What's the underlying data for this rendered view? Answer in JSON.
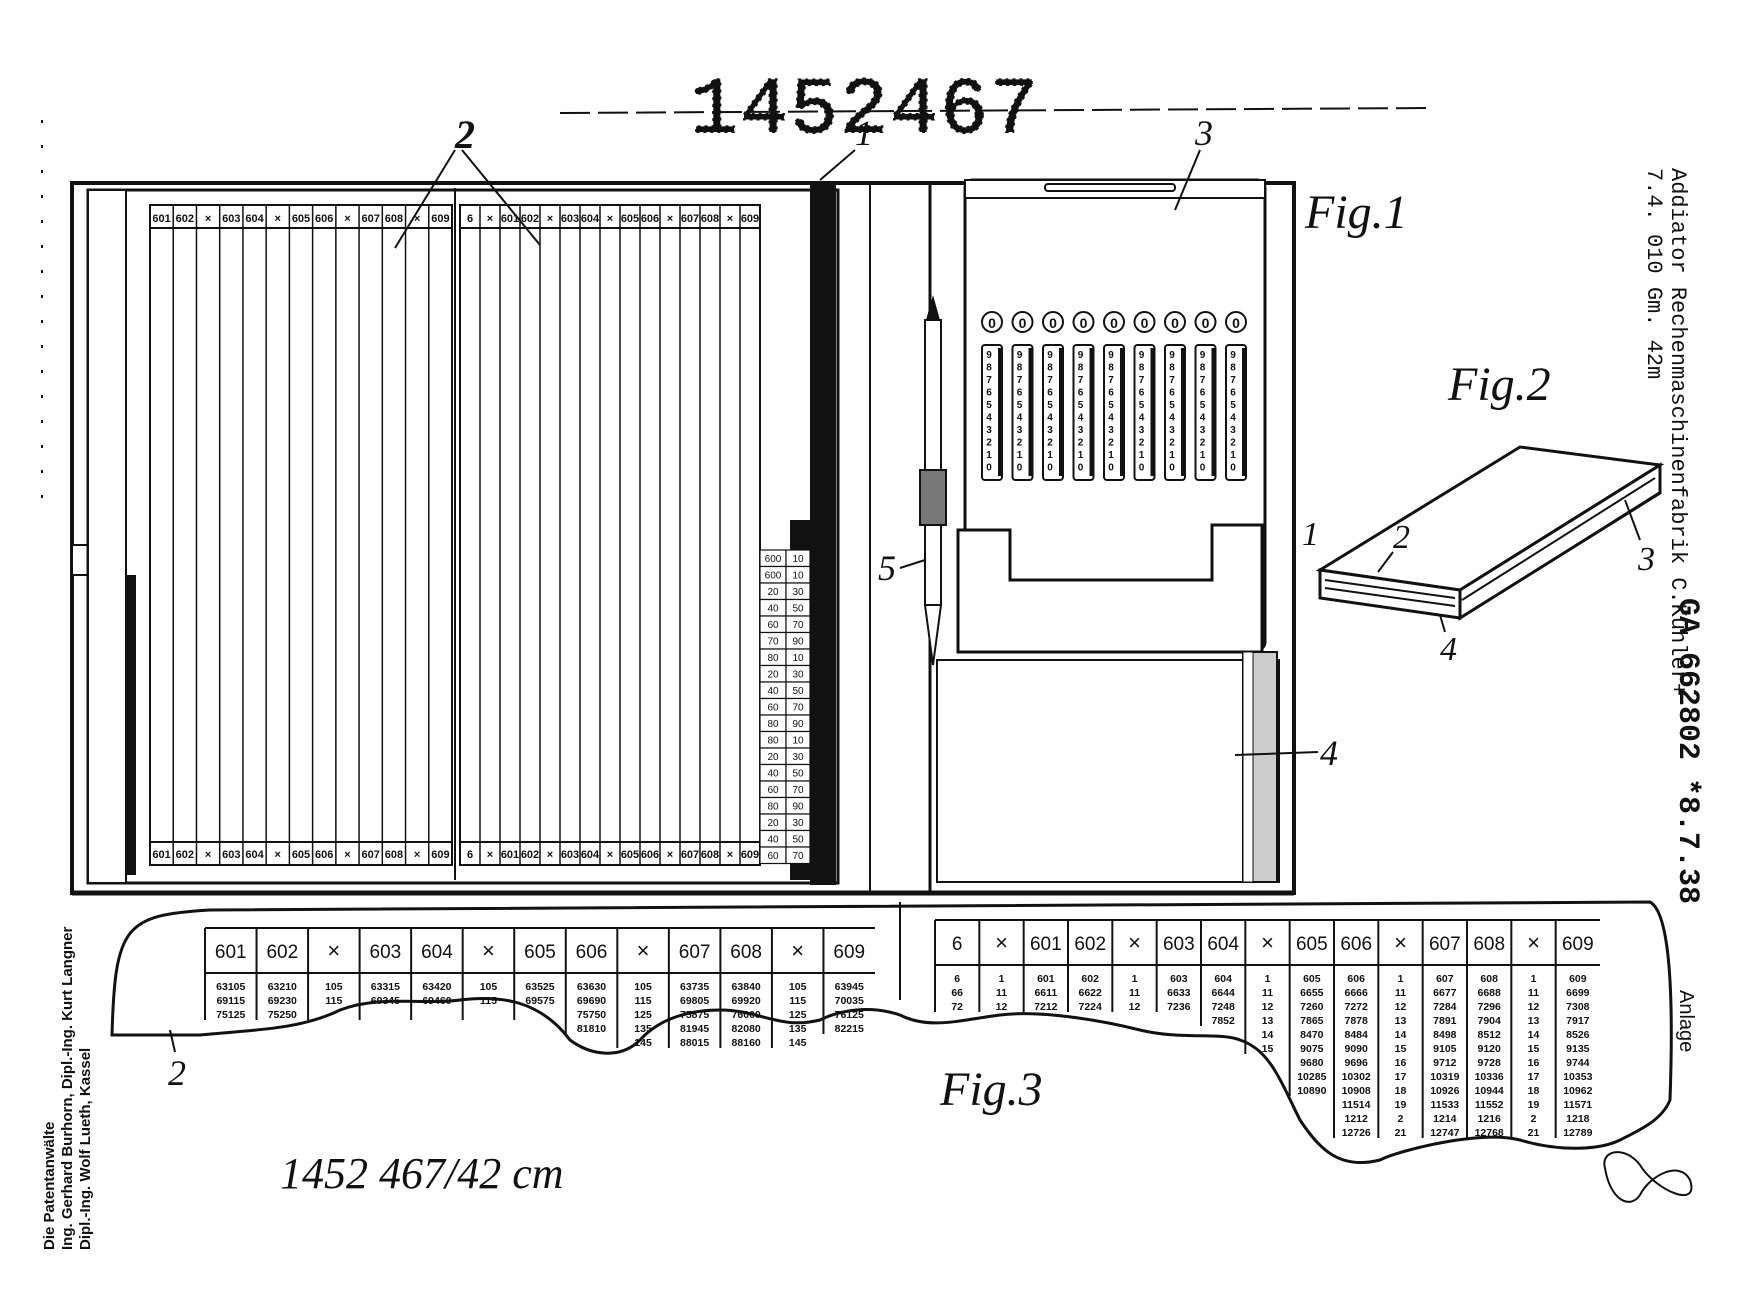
{
  "patent_number": "1452467",
  "side_text": {
    "line1": "Addiator Rechenmaschinenfabrik C.Kühler+",
    "line2": "7.4. 010 Gm. 42m",
    "reg": "GA 662802 *8.7.38"
  },
  "left_text": {
    "line1": "Die Patentanwälte",
    "line2": "Ing. Gerhard Burhorn, Dipl.-Ing. Kurt Langner",
    "line3": "Dipl.-Ing. Wolf Lueth, Kassel"
  },
  "handwritten_note": "1452 467/42 cm",
  "figure_labels": {
    "fig1": "Fig.1",
    "fig2": "Fig.2",
    "fig3": "Fig.3"
  },
  "reference_numerals": {
    "n1": "1",
    "n2": "2",
    "n3": "3",
    "n4": "4",
    "n5": "5"
  },
  "dial_digits": [
    "0",
    "0",
    "0",
    "0",
    "0",
    "0",
    "0",
    "0",
    "0"
  ],
  "slider_digits": [
    "9",
    "8",
    "7",
    "6",
    "5",
    "4",
    "3",
    "2",
    "1",
    "0"
  ],
  "small_table": {
    "col1": [
      "600",
      "600",
      "20",
      "40",
      "60",
      "70",
      "80",
      "20",
      "40",
      "60",
      "80",
      "80",
      "20",
      "40",
      "60",
      "80",
      "20",
      "40",
      "60"
    ],
    "col2": [
      "10",
      "10",
      "30",
      "50",
      "70",
      "90",
      "10",
      "30",
      "50",
      "70",
      "90",
      "10",
      "30",
      "50",
      "70",
      "90",
      "30",
      "50",
      "70"
    ]
  },
  "fig3_left": {
    "columns": [
      {
        "head": "601",
        "vals": [
          "63105",
          "69115",
          "75125"
        ]
      },
      {
        "head": "602",
        "vals": [
          "63210",
          "69230",
          "75250"
        ]
      },
      {
        "head": "×",
        "vals": [
          "105",
          "115",
          ""
        ]
      },
      {
        "head": "603",
        "vals": [
          "63315",
          "69345",
          ""
        ]
      },
      {
        "head": "604",
        "vals": [
          "63420",
          "69460",
          ""
        ]
      },
      {
        "head": "×",
        "vals": [
          "105",
          "115",
          ""
        ]
      },
      {
        "head": "605",
        "vals": [
          "63525",
          "69575",
          ""
        ]
      },
      {
        "head": "606",
        "vals": [
          "63630",
          "69690",
          "75750",
          "81810"
        ]
      },
      {
        "head": "×",
        "vals": [
          "105",
          "115",
          "125",
          "135",
          "145"
        ]
      },
      {
        "head": "607",
        "vals": [
          "63735",
          "69805",
          "75875",
          "81945",
          "88015"
        ]
      },
      {
        "head": "608",
        "vals": [
          "63840",
          "69920",
          "76000",
          "82080",
          "88160"
        ]
      },
      {
        "head": "×",
        "vals": [
          "105",
          "115",
          "125",
          "135",
          "145"
        ]
      },
      {
        "head": "609",
        "vals": [
          "63945",
          "70035",
          "76125",
          "82215"
        ]
      }
    ]
  },
  "fig3_right": {
    "columns": [
      {
        "head": "6",
        "vals": [
          "6",
          "66",
          "72"
        ]
      },
      {
        "head": "×",
        "vals": [
          "1",
          "11",
          "12"
        ]
      },
      {
        "head": "601",
        "vals": [
          "601",
          "6611",
          "7212"
        ]
      },
      {
        "head": "602",
        "vals": [
          "602",
          "6622",
          "7224"
        ]
      },
      {
        "head": "×",
        "vals": [
          "1",
          "11",
          "12"
        ]
      },
      {
        "head": "603",
        "vals": [
          "603",
          "6633",
          "7236"
        ]
      },
      {
        "head": "604",
        "vals": [
          "604",
          "6644",
          "7248",
          "7852"
        ]
      },
      {
        "head": "×",
        "vals": [
          "1",
          "11",
          "12",
          "13",
          "14",
          "15"
        ]
      },
      {
        "head": "605",
        "vals": [
          "605",
          "6655",
          "7260",
          "7865",
          "8470",
          "9075",
          "9680",
          "10285",
          "10890"
        ]
      },
      {
        "head": "606",
        "vals": [
          "606",
          "6666",
          "7272",
          "7878",
          "8484",
          "9090",
          "9696",
          "10302",
          "10908",
          "11514",
          "1212",
          "12726"
        ]
      },
      {
        "head": "×",
        "vals": [
          "1",
          "11",
          "12",
          "13",
          "14",
          "15",
          "16",
          "17",
          "18",
          "19",
          "2",
          "21"
        ]
      },
      {
        "head": "607",
        "vals": [
          "607",
          "6677",
          "7284",
          "7891",
          "8498",
          "9105",
          "9712",
          "10319",
          "10926",
          "11533",
          "1214",
          "12747"
        ]
      },
      {
        "head": "608",
        "vals": [
          "608",
          "6688",
          "7296",
          "7904",
          "8512",
          "9120",
          "9728",
          "10336",
          "10944",
          "11552",
          "1216",
          "12768"
        ]
      },
      {
        "head": "×",
        "vals": [
          "1",
          "11",
          "12",
          "13",
          "14",
          "15",
          "16",
          "17",
          "18",
          "19",
          "2",
          "21"
        ]
      },
      {
        "head": "609",
        "vals": [
          "609",
          "6699",
          "7308",
          "7917",
          "8526",
          "9135",
          "9744",
          "10353",
          "10962",
          "11571",
          "1218",
          "12789"
        ]
      }
    ]
  },
  "table_header_left": [
    "601",
    "602",
    "×",
    "603",
    "604",
    "×",
    "605",
    "606",
    "×",
    "607",
    "608",
    "×",
    "609"
  ],
  "table_header_right": [
    "6",
    "×",
    "601",
    "602",
    "×",
    "603",
    "604",
    "×",
    "605",
    "606",
    "×",
    "607",
    "608",
    "×",
    "609"
  ],
  "fig3_edge_text": "Anlage"
}
